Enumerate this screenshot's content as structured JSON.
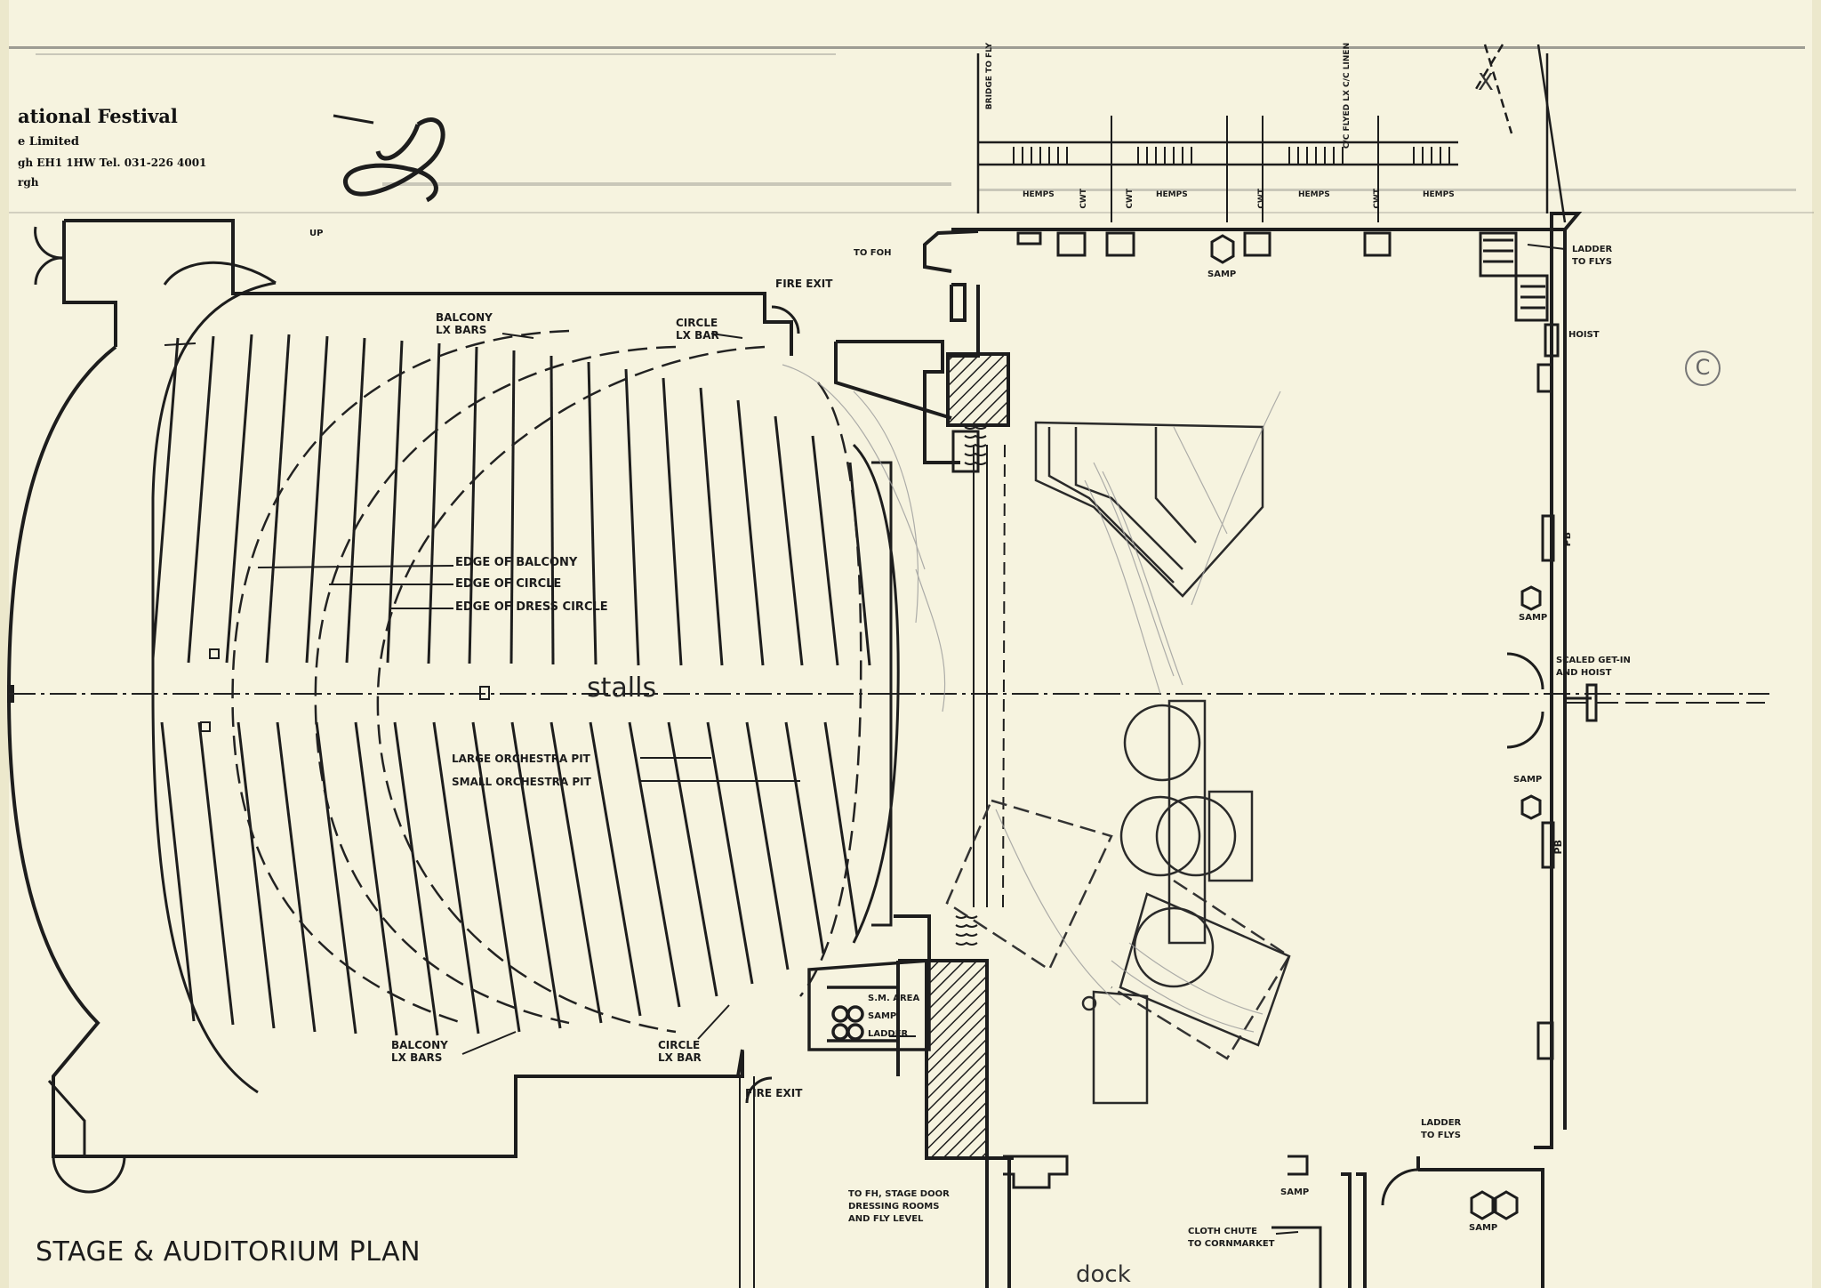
{
  "header": {
    "festival": "ational Festival",
    "company": "e Limited",
    "address": "gh EH1 1HW Tel. 031-226 4001",
    "line4": "rgh"
  },
  "sheet_title": "STAGE & AUDITORIUM PLAN",
  "stalls_label": "stalls",
  "annotations": {
    "balcony_lx_top": "BALCONY\nLX BARS",
    "circle_lx_top": "CIRCLE\nLX BAR",
    "fire_exit_top": "FIRE EXIT",
    "edge_balcony": "EDGE OF BALCONY",
    "edge_circle": "EDGE OF CIRCLE",
    "edge_dress_circle": "EDGE OF DRESS CIRCLE",
    "large_pit": "LARGE ORCHESTRA PIT",
    "small_pit": "SMALL ORCHESTRA PIT",
    "balcony_lx_bottom": "BALCONY\nLX BARS",
    "circle_lx_bottom": "CIRCLE\nLX BAR",
    "fire_exit_bottom": "FIRE EXIT",
    "up": "UP",
    "to_foh": "TO FOH",
    "samp_top": "SAMP",
    "ladder_top": "LADDER\nTO FLYS",
    "hoist": "HOIST",
    "samp_right1": "SAMP",
    "samp_right2": "SAMP",
    "get_in": "SCALED GET-IN\nAND HOIST",
    "pb1": "PB",
    "pb2": "PB",
    "ladder_bottom": "LADDER\nTO FLYS",
    "samp_bottom1": "SAMP",
    "samp_bottom2": "SAMP",
    "cloth_chute": "CLOTH CHUTE\nTO CORNMARKET",
    "to_fh": "TO FH, STAGE DOOR\nDRESSING ROOMS\nAND FLY LEVEL",
    "sm_area": "S.M. AREA",
    "samp_sm": "SAMP",
    "ladder_sm": "LADDER",
    "dock": "dock",
    "circled_mark": "C",
    "x_mark": "X",
    "bar_top_left": "BRIDGE\nTO FLY",
    "bar_top_right": "C/C FLYED LX\nC/C LINEN"
  },
  "fly_bar_labels": [
    "HEMPS",
    "CWT",
    "CWT",
    "HEMPS",
    "CWT",
    "HEMPS",
    "CWT",
    "HEMPS"
  ]
}
